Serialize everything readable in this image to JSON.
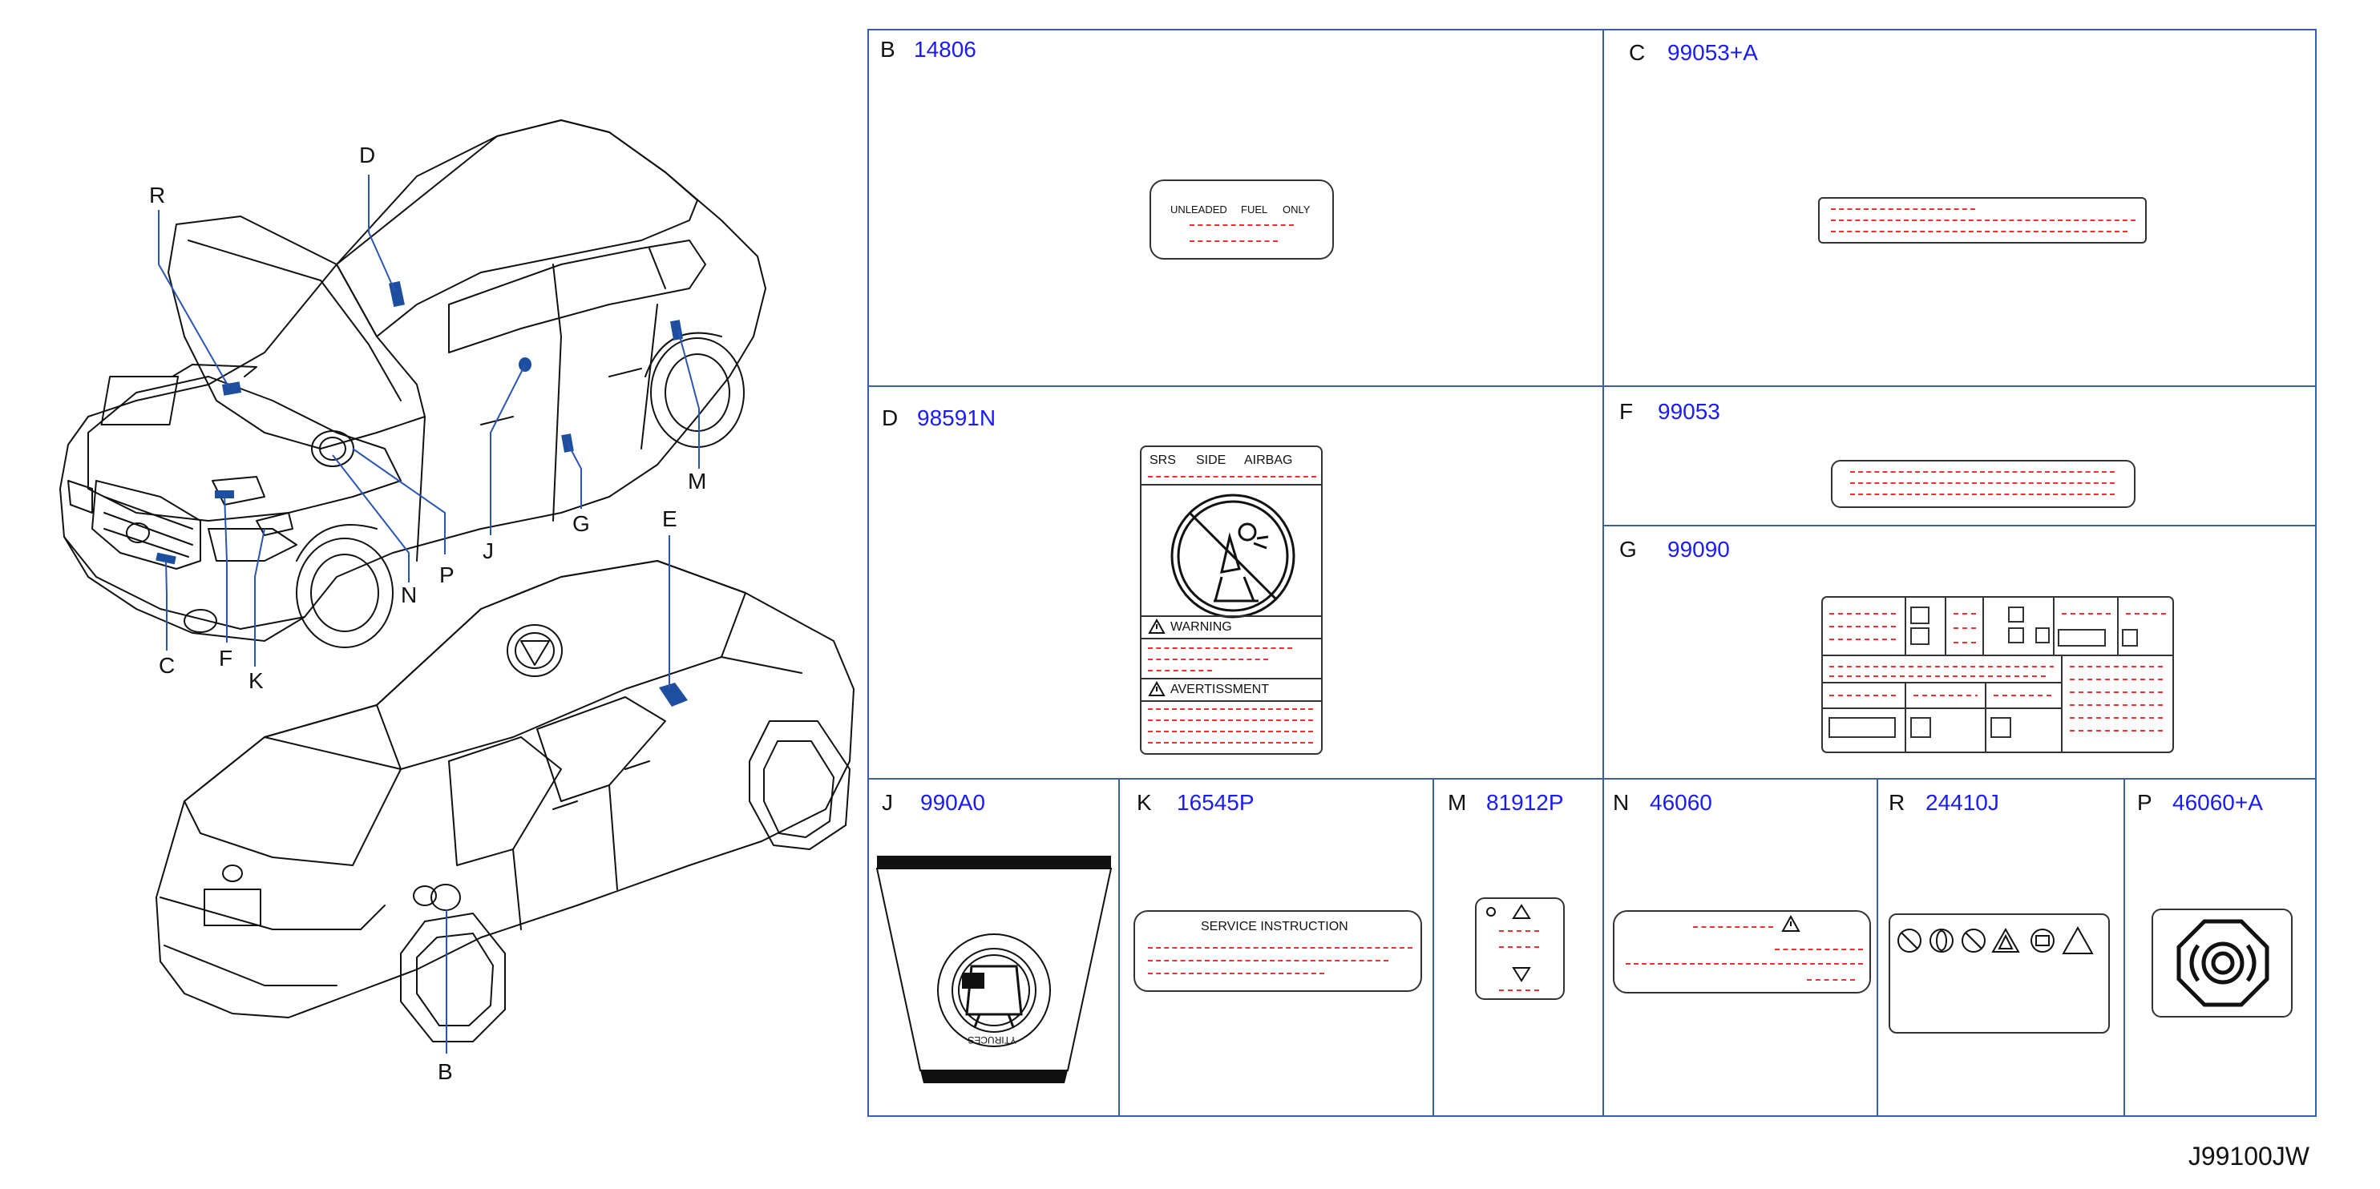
{
  "callouts": {
    "R": "R",
    "D": "D",
    "M": "M",
    "G": "G",
    "J": "J",
    "P": "P",
    "N": "N",
    "C": "C",
    "F": "F",
    "K": "K",
    "E": "E",
    "B": "B"
  },
  "cells": [
    {
      "id": "b",
      "letter": "B",
      "code": "14806"
    },
    {
      "id": "c",
      "letter": "C",
      "code": "99053+A"
    },
    {
      "id": "d",
      "letter": "D",
      "code": "98591N"
    },
    {
      "id": "f",
      "letter": "F",
      "code": "99053"
    },
    {
      "id": "g",
      "letter": "G",
      "code": "99090"
    },
    {
      "id": "j",
      "letter": "J",
      "code": "990A0"
    },
    {
      "id": "k",
      "letter": "K",
      "code": "16545P"
    },
    {
      "id": "m",
      "letter": "M",
      "code": "81912P"
    },
    {
      "id": "n",
      "letter": "N",
      "code": "46060"
    },
    {
      "id": "r",
      "letter": "R",
      "code": "24410J"
    },
    {
      "id": "p",
      "letter": "P",
      "code": "46060+A"
    }
  ],
  "labels": {
    "b": {
      "words": [
        "UNLEADED",
        "FUEL",
        "ONLY"
      ]
    },
    "d": {
      "header": [
        "SRS",
        "SIDE",
        "AIRBAG"
      ],
      "warning": "WARNING",
      "avertissment": "AVERTISSMENT"
    },
    "k": {
      "title": "SERVICE  INSTRUCTION"
    },
    "j": {
      "ring_text": "YTIRUCES"
    }
  },
  "diagram_id": "J99100JW",
  "colors": {
    "frame": "#3a5ea8",
    "code": "#1a1aff",
    "redtext": "#ee3030",
    "leader": "#2a55b0",
    "marker": "#1d4f9e"
  }
}
